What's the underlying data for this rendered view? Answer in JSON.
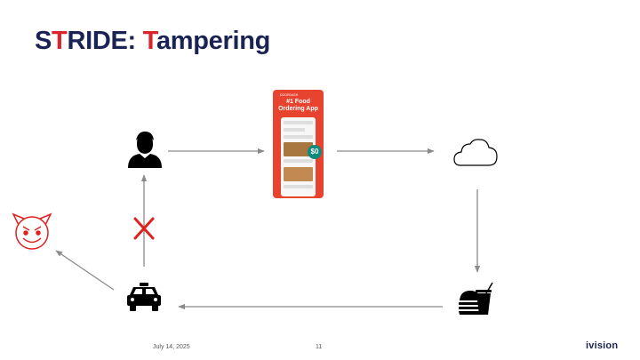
{
  "title": {
    "letter1": "S",
    "letter2": "T",
    "part2": "RIDE: ",
    "letter3": "T",
    "part4": "ampering"
  },
  "phone": {
    "brand": "DOORDASH",
    "headline_line1": "#1 Food",
    "headline_line2": "Ordering App",
    "badge": "$0"
  },
  "nodes": {
    "user": "person-icon",
    "app": "food-ordering-app-screenshot",
    "cloud": "cloud-icon",
    "restaurant": "burger-drink-icon",
    "driver": "taxi-icon",
    "attacker": "devil-face-icon"
  },
  "blocked_marker": "x-mark",
  "colors": {
    "navy": "#1b2354",
    "red": "#d9262b",
    "arrow": "#8a8a8a",
    "app": "#e8432e"
  },
  "footer": {
    "date": "July 14, 2025",
    "page": "11",
    "logo": "ivision"
  }
}
